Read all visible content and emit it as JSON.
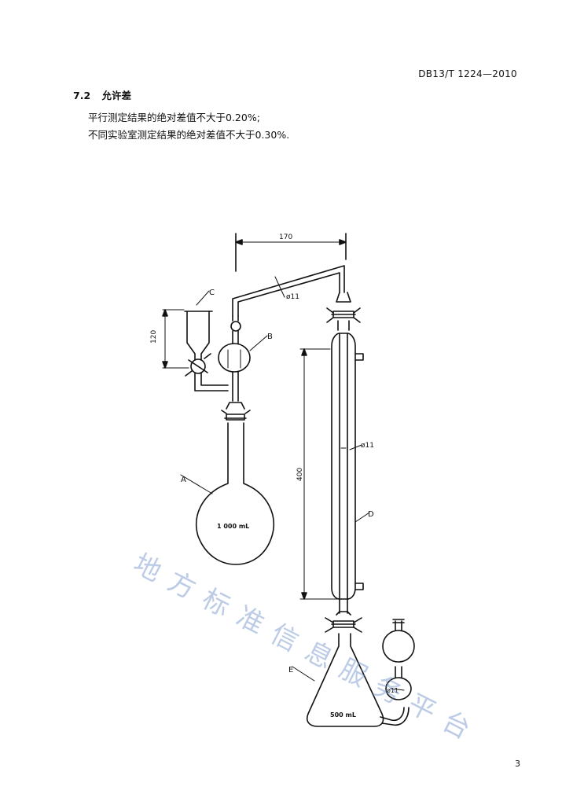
{
  "header": {
    "standard_code": "DB13/T 1224—2010"
  },
  "section": {
    "number": "7.2",
    "title": "允许差"
  },
  "paragraphs": [
    "平行测定结果的绝对差值不大于0.20%;",
    "不同实验室测定结果的绝对差值不大于0.30%."
  ],
  "figure": {
    "labels": {
      "A": "A",
      "B": "B",
      "C": "C",
      "D": "D",
      "E": "E",
      "dim_top": "170",
      "dim_120": "120",
      "dim_400": "400",
      "diam_1": "ø11",
      "diam_2": "ø11",
      "diam_3": "ø11",
      "flask_a_volume": "1 000 mL",
      "flask_e_volume": "500 mL"
    }
  },
  "watermark": "地方标准信息服务平台",
  "footer": {
    "page_number": "3"
  }
}
